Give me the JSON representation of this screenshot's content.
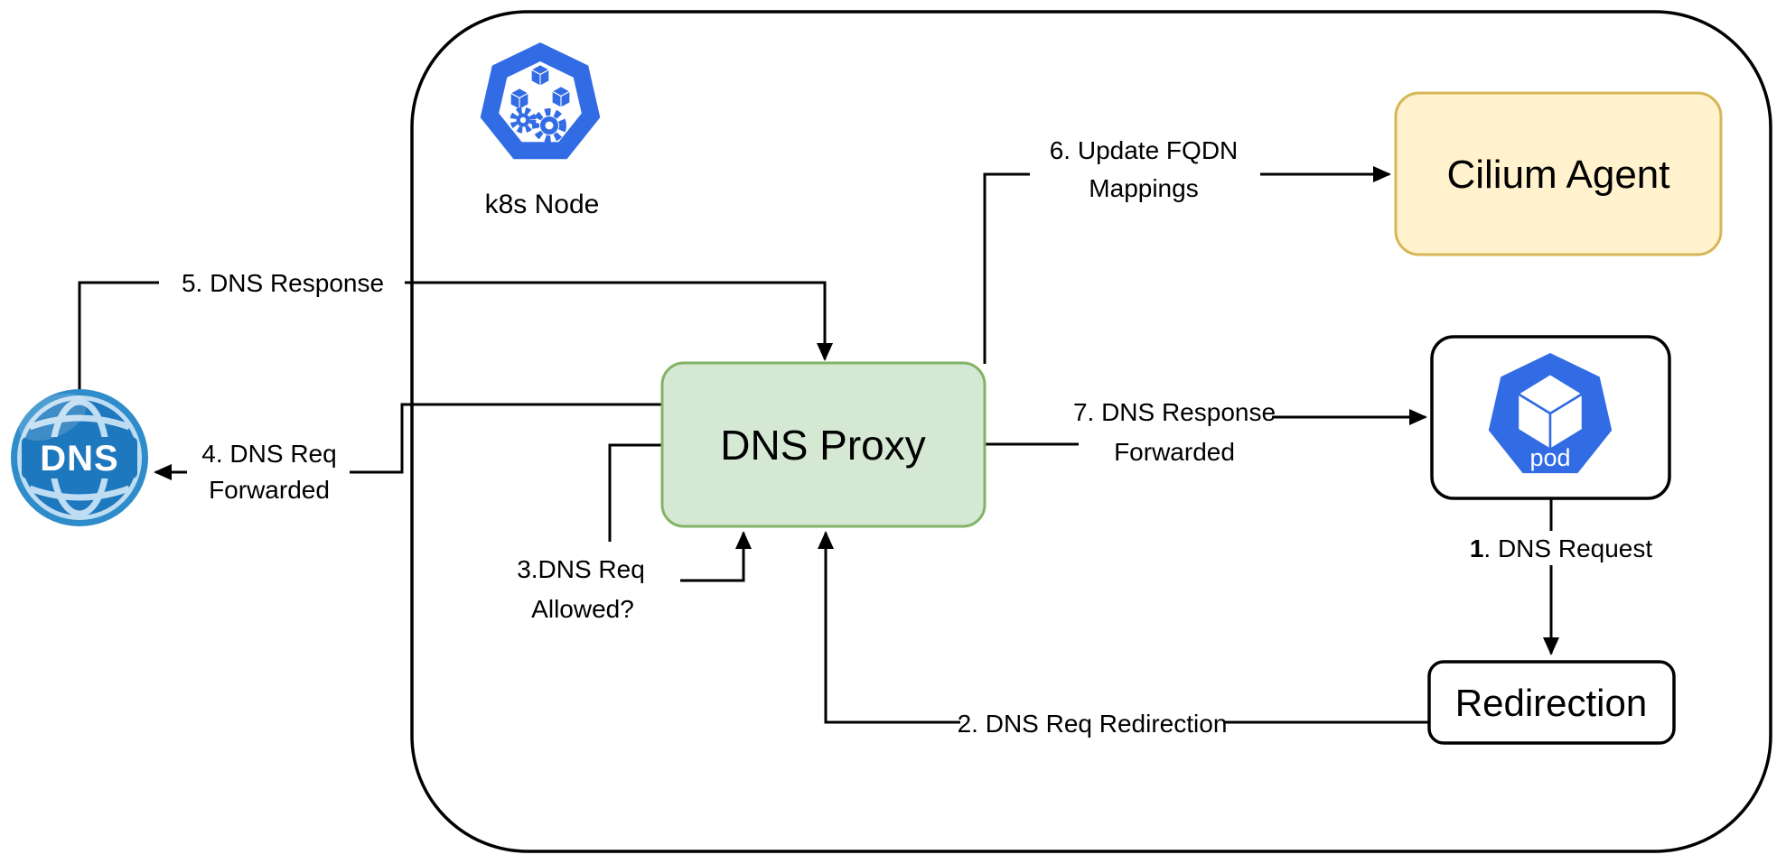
{
  "colors": {
    "k8s_blue": "#326CE5",
    "proxy_fill": "#D5E8D4",
    "proxy_stroke": "#82B366",
    "cilium_fill": "#FFF2CC",
    "cilium_stroke": "#D6B656",
    "globe_dark": "#1E78BE",
    "globe_mid": "#2F8CCB",
    "globe_pale": "#BFDDF2",
    "line": "#000000",
    "node_stroke": "#000000"
  },
  "nodes": {
    "k8s_node": "k8s Node",
    "cilium_agent": "Cilium Agent",
    "dns_proxy": "DNS Proxy",
    "pod": "pod",
    "redirection": "Redirection",
    "dns_server": "DNS"
  },
  "edges": {
    "e1_num": "1",
    "e1_rest": ". DNS Request",
    "e2": "2. DNS Req Redirection",
    "e3_line1": "3.DNS Req",
    "e3_line2": "Allowed?",
    "e4_line1": "4. DNS Req",
    "e4_line2": "Forwarded",
    "e5": "5. DNS Response",
    "e6_line1": "6. Update FQDN",
    "e6_line2": "Mappings",
    "e7_line1": "7. DNS Response",
    "e7_line2": "Forwarded"
  }
}
